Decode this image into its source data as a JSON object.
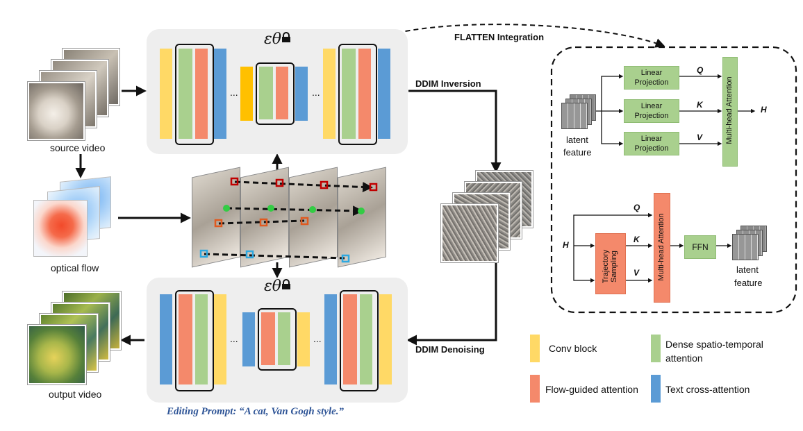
{
  "labels": {
    "source_video": "source video",
    "optical_flow": "optical flow",
    "output_video": "output video",
    "ddim_inversion": "DDIM Inversion",
    "ddim_denoising": "DDIM Denoising",
    "flatten_integration": "FLATTEN Integration",
    "editing_prompt": "Editing Prompt: “A cat, Van Gogh style.”",
    "epsilon_top": "εθ",
    "epsilon_bottom": "εθ",
    "ellipsis": "..."
  },
  "flatten_top": {
    "latent_feature": [
      "latent",
      "feature"
    ],
    "projections": [
      "Linear Projection",
      "Linear Projection",
      "Linear Projection"
    ],
    "qkv": [
      "Q",
      "K",
      "V"
    ],
    "attention": "Multi-head Attention",
    "output": "H"
  },
  "flatten_bottom": {
    "input": "H",
    "qkv": [
      "Q",
      "K",
      "V"
    ],
    "sampling": "Trajectory Sampling",
    "attention": "Multi-head Attention",
    "ffn": "FFN",
    "latent_feature": [
      "latent",
      "feature"
    ]
  },
  "legend": [
    {
      "label": "Conv block",
      "color": "#ffd966"
    },
    {
      "label": "Dense spatio-temporal attention",
      "color": "#a9d08e"
    },
    {
      "label": "Flow-guided attention",
      "color": "#f4896b"
    },
    {
      "label": "Text cross-attention",
      "color": "#5b9bd5"
    }
  ],
  "colors": {
    "conv": "#ffd966",
    "conv_orange": "#ffc000",
    "dense": "#a9d08e",
    "flow": "#f4896b",
    "text": "#5b9bd5",
    "prompt": "#2f5597"
  }
}
